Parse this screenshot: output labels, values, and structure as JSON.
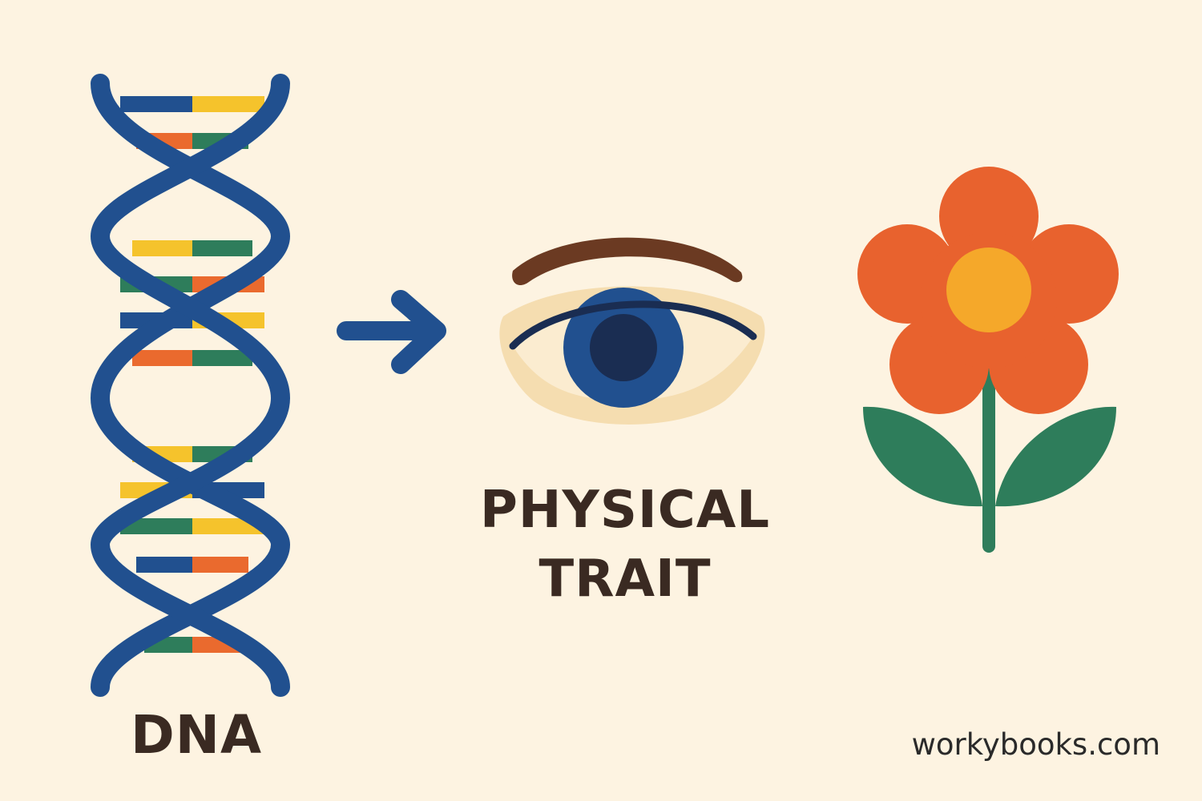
{
  "labels": {
    "dna": "DNA",
    "trait_line1": "PHYSICAL",
    "trait_line2": "TRAIT",
    "website": "workybooks.com"
  },
  "colors": {
    "background": "#fdf3e1",
    "dna_backbone": "#21508f",
    "base_yellow": "#f5c32c",
    "base_orange": "#ea6a2e",
    "base_green": "#2e7d5b",
    "arrow": "#21508f",
    "eyebrow": "#6b3a22",
    "eye_skin": "#f5ddb0",
    "iris": "#21508f",
    "pupil": "#1a2d52",
    "petal": "#e8622e",
    "flower_center": "#f5a82a",
    "stem_leaf": "#2e7d5b",
    "text": "#3a2a22"
  },
  "icons": [
    "dna-helix-icon",
    "arrow-right-icon",
    "eye-icon",
    "flower-icon"
  ]
}
